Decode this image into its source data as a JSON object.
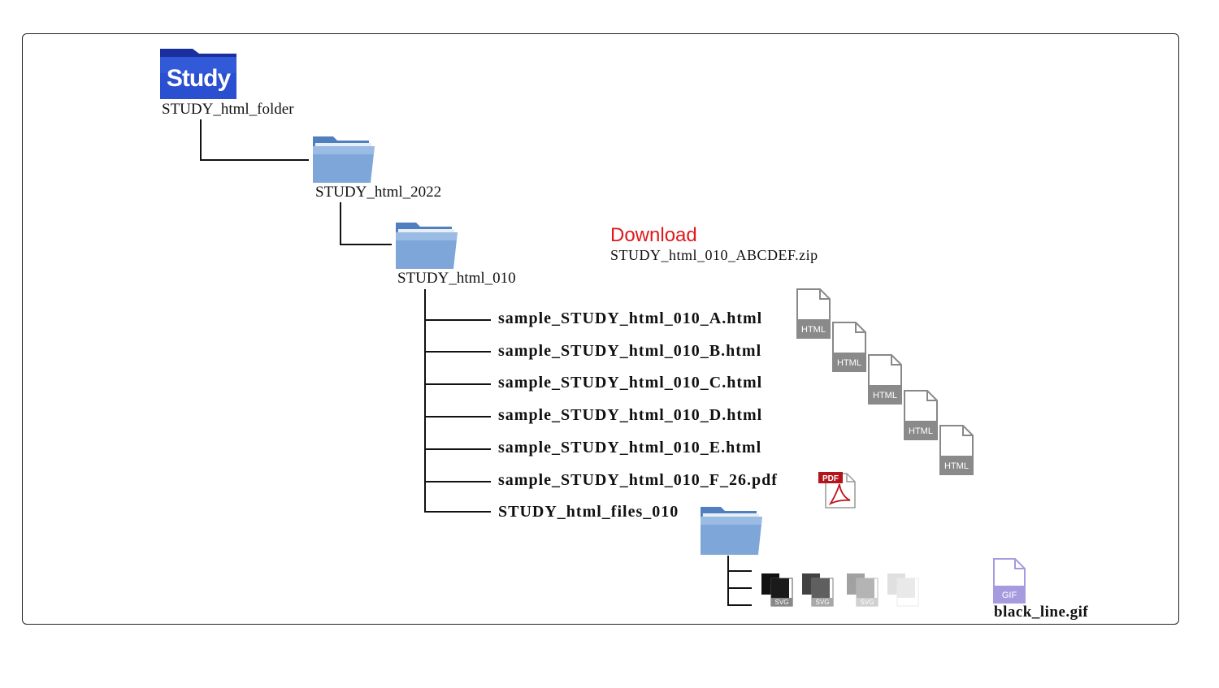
{
  "logo": {
    "text": "Study",
    "color": "#1c3fb3"
  },
  "tree": {
    "root": "STUDY_html_folder",
    "level1": "STUDY_html_2022",
    "level2": "STUDY_html_010",
    "files": [
      "sample_STUDY_html_010_A.html",
      "sample_STUDY_html_010_B.html",
      "sample_STUDY_html_010_C.html",
      "sample_STUDY_html_010_D.html",
      "sample_STUDY_html_010_E.html",
      "sample_STUDY_html_010_F_26.pdf",
      "STUDY_html_files_010"
    ],
    "gif_file": "black_line.gif"
  },
  "download": {
    "title": "Download",
    "file": "STUDY_html_010_ABCDEF.zip",
    "color": "#e0181b"
  },
  "icons": {
    "html_badge": "HTML",
    "svg_badge": "SVG",
    "gif_badge": "GIF",
    "pdf_badge": "PDF"
  }
}
